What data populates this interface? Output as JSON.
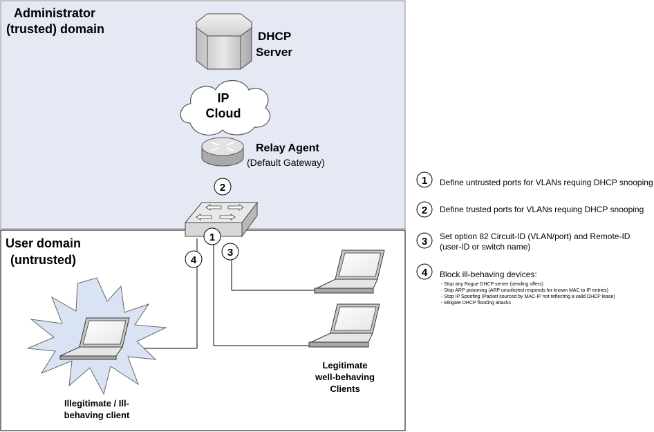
{
  "domains": {
    "admin": [
      "Administrator",
      "(trusted) domain"
    ],
    "user": [
      "User domain",
      "(untrusted)"
    ]
  },
  "nodes": {
    "dhcp_server": [
      "DHCP",
      "Server"
    ],
    "ip_cloud": [
      "IP",
      "Cloud"
    ],
    "relay_agent": {
      "title": "Relay Agent",
      "subtitle": "(Default Gateway)"
    },
    "legit_clients": [
      "Legitimate",
      "well-behaving",
      "Clients"
    ],
    "bad_client": [
      "Illegitimate / Ill-",
      "behaving client"
    ]
  },
  "markers": [
    "1",
    "2",
    "3",
    "4"
  ],
  "legend": [
    {
      "num": "1",
      "lines": [
        "Define untrusted ports for VLANs requing DHCP snooping"
      ]
    },
    {
      "num": "2",
      "lines": [
        "Define trusted ports for VLANs requing DHCP snooping"
      ]
    },
    {
      "num": "3",
      "lines": [
        "Set option 82 Circuit-ID (VLAN/port) and Remote-ID",
        "(user-ID or switch name)"
      ]
    },
    {
      "num": "4",
      "lines": [
        "Block ill-behaving devices:"
      ],
      "details": [
        "- Stop any Rogue DHCP server (sending offers)",
        "- Stop ARP poisoning (ARP unsolicited responds for known MAC to IP entries)",
        "- Stop IP Spoofing (Packet sourced by MAC-IP not reflecting a valid DHCP lease)",
        "- Mitigate DHCP flooding attacks"
      ]
    }
  ],
  "colors": {
    "admin_bg": "#e4e9f4",
    "user_bg": "#ffffff",
    "burst_fill": "#d9e3f3",
    "line": "#000000"
  }
}
